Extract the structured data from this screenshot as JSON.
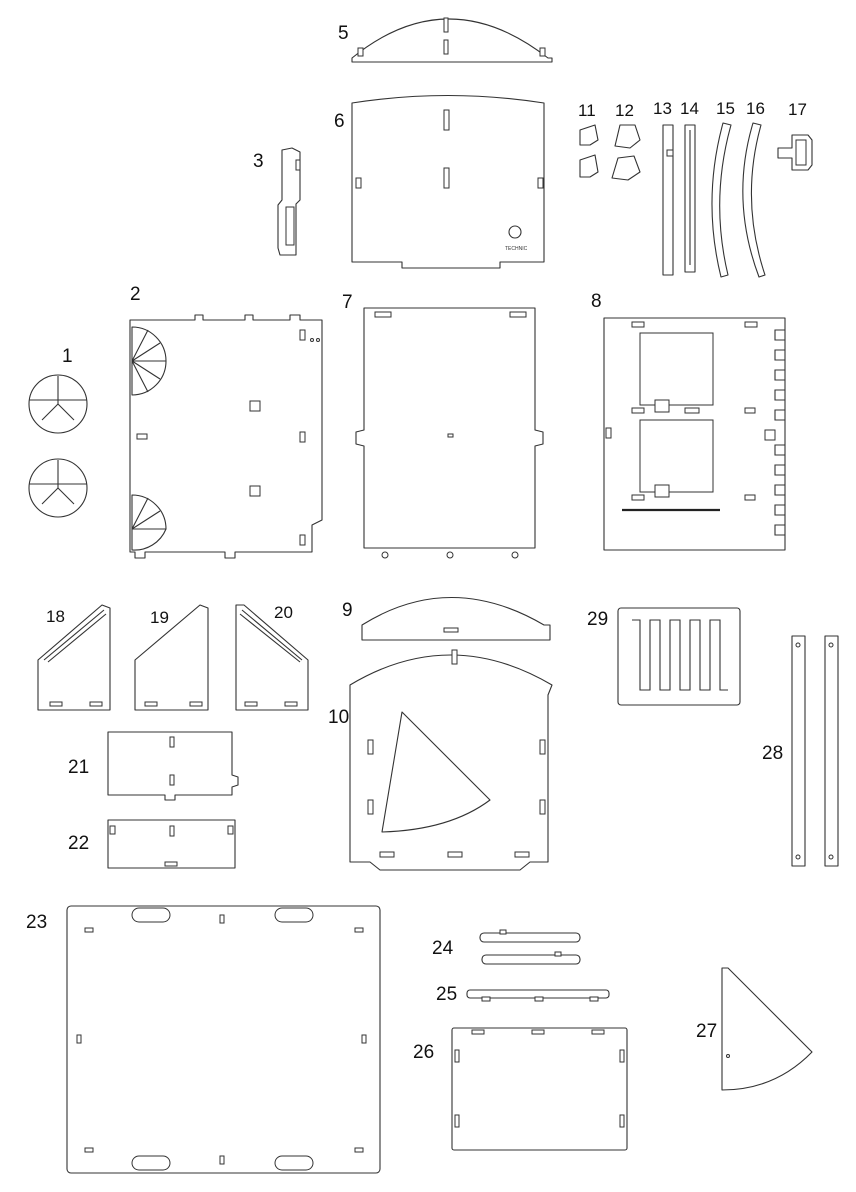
{
  "labels": {
    "p1": "1",
    "p2": "2",
    "p3": "3",
    "p5": "5",
    "p6": "6",
    "p7": "7",
    "p8": "8",
    "p9": "9",
    "p10": "10",
    "p11": "11",
    "p12": "12",
    "p13": "13",
    "p14": "14",
    "p15": "15",
    "p16": "16",
    "p17": "17",
    "p18": "18",
    "p19": "19",
    "p20": "20",
    "p21": "21",
    "p22": "22",
    "p23": "23",
    "p24": "24",
    "p25": "25",
    "p26": "26",
    "p27": "27",
    "p28": "28",
    "p29": "29"
  },
  "icons": {
    "recycle": "recycle-icon"
  },
  "colors": {
    "outline": "#333333",
    "background": "#ffffff"
  }
}
